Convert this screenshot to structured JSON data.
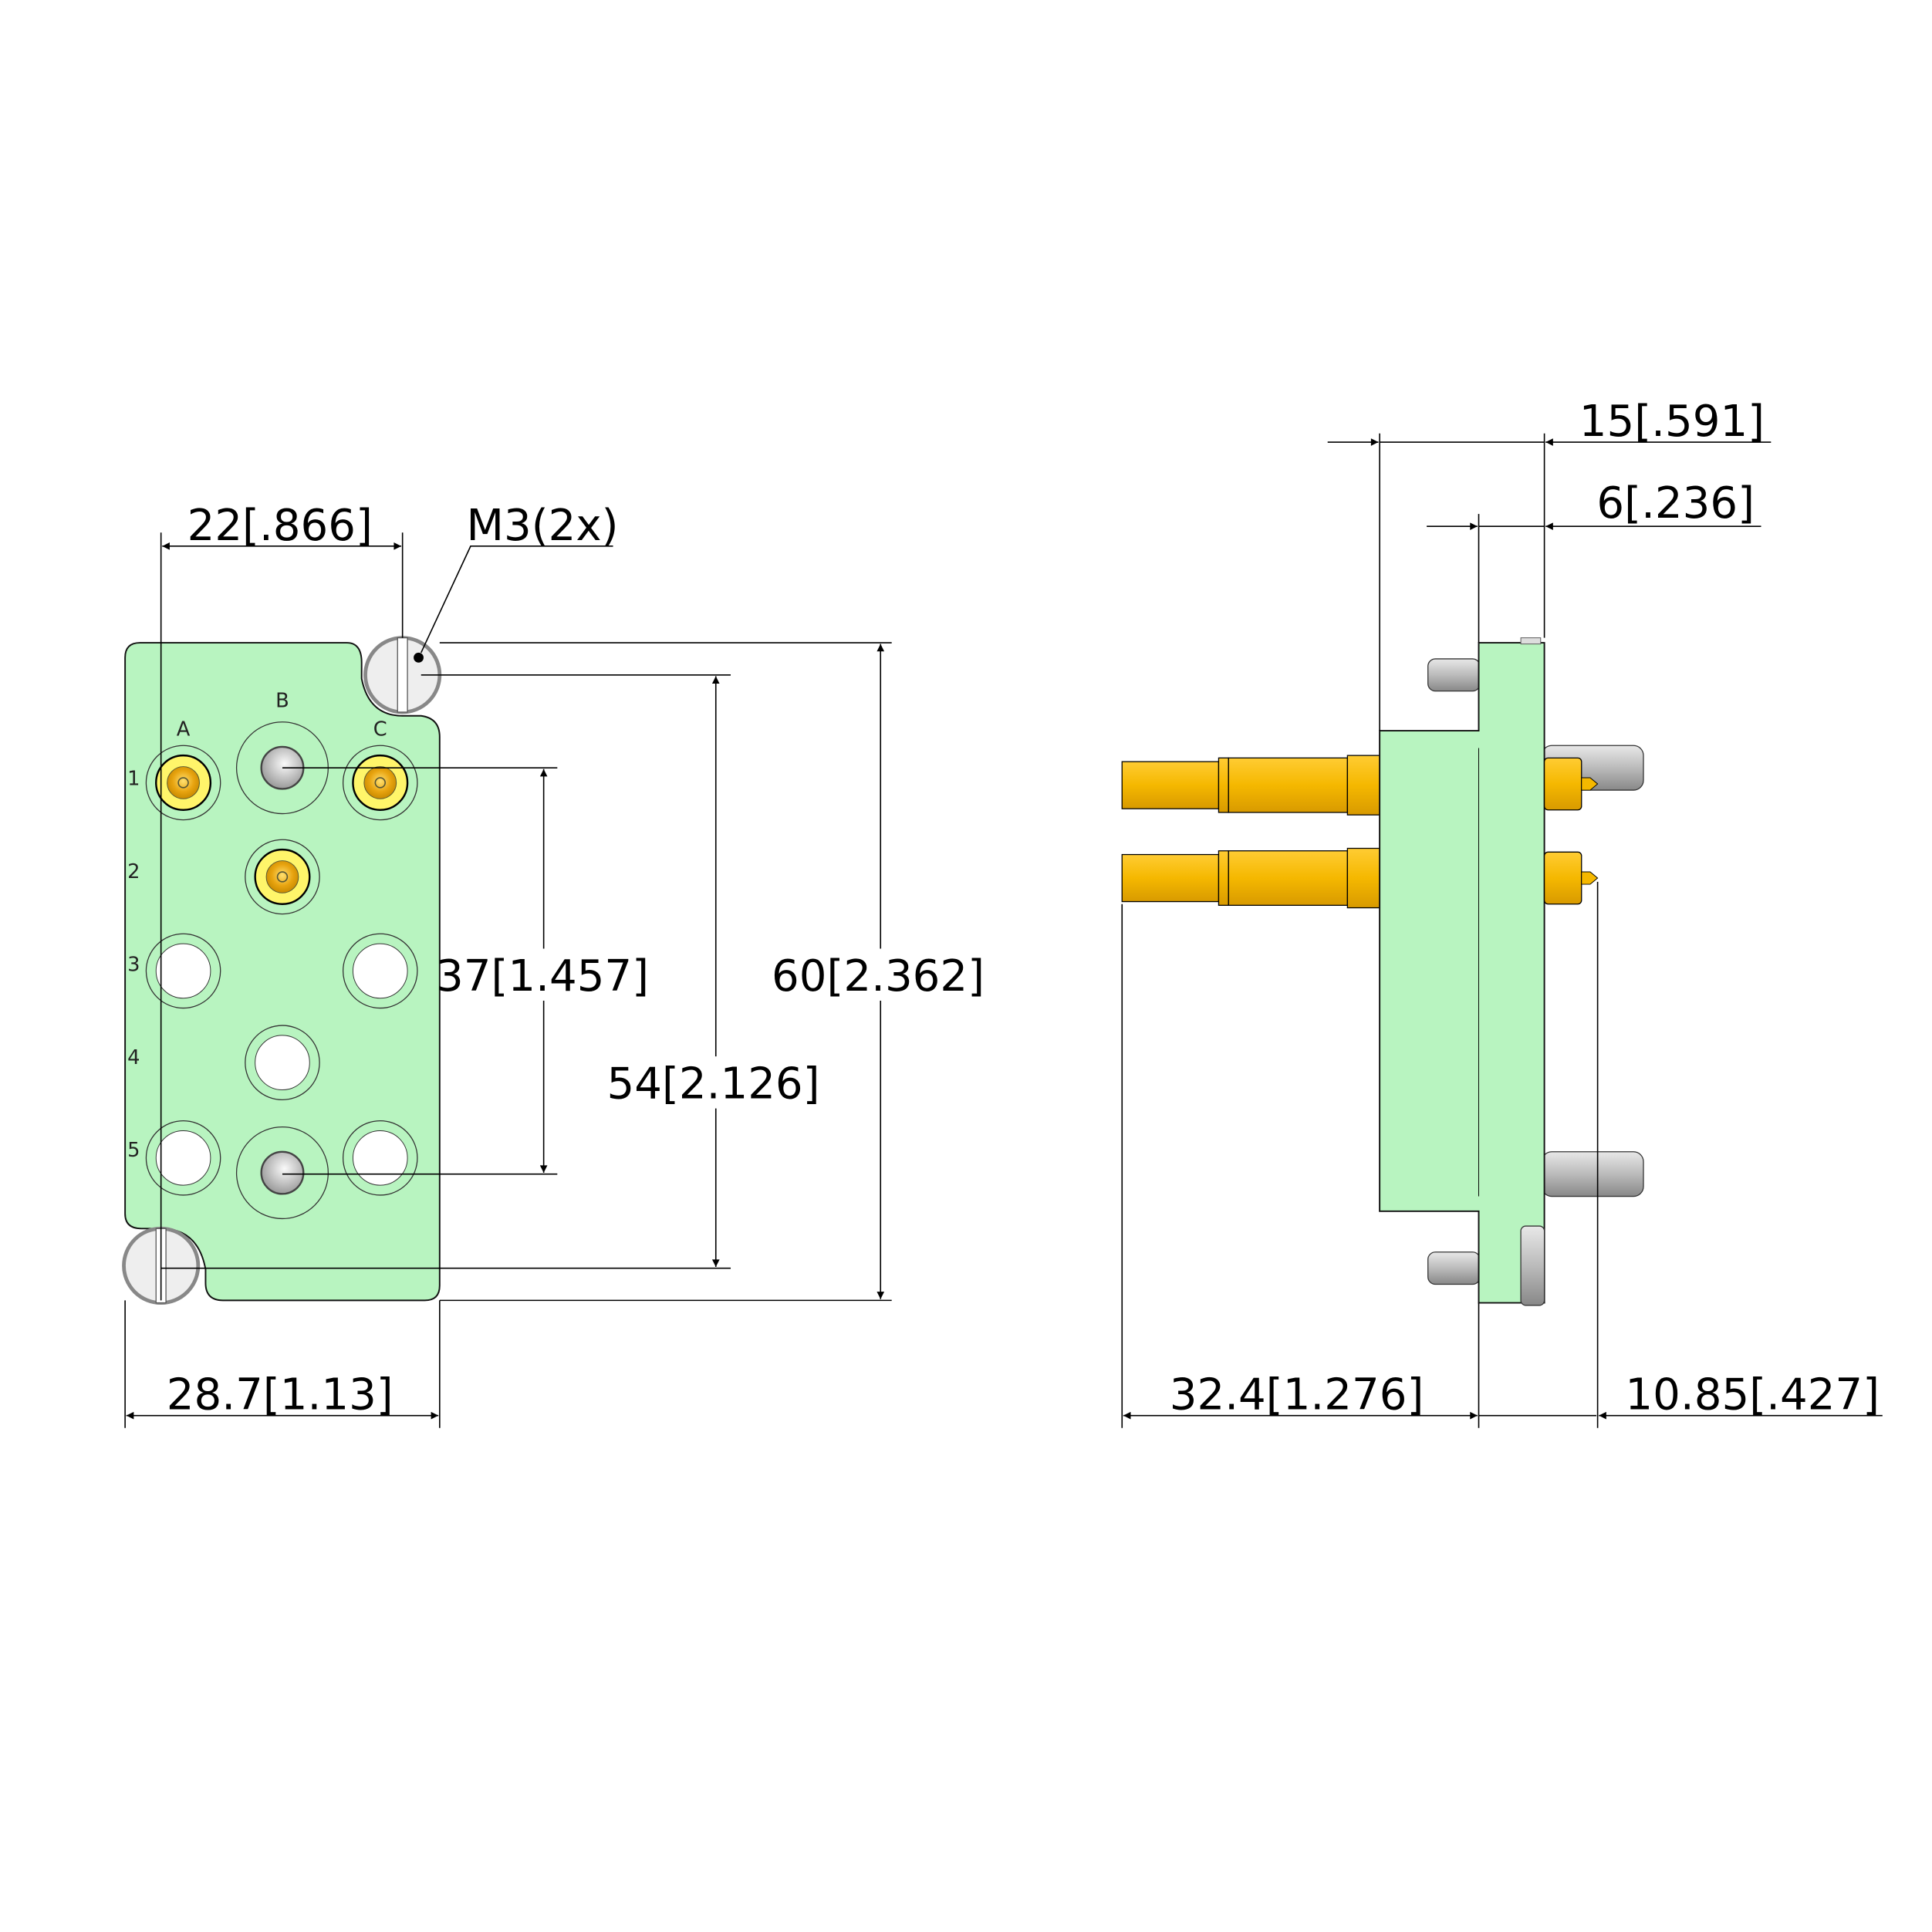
{
  "front_view": {
    "column_labels": [
      "A",
      "B",
      "C"
    ],
    "row_labels": [
      "1",
      "2",
      "3",
      "4",
      "5"
    ],
    "callout": "M3(2x)",
    "dimensions": {
      "top_width": "22[.866]",
      "bottom_width": "28.7[1.13]",
      "pin_spacing": "37[1.457]",
      "mount_spacing": "54[2.126]",
      "total_height": "60[2.362]"
    }
  },
  "side_view": {
    "dimensions": {
      "overall_depth": "15[.591]",
      "flange_depth": "6[.236]",
      "rear_length": "32.4[1.276]",
      "front_length": "10.85[.427]"
    }
  },
  "colors": {
    "body": "#b8f4c0",
    "gold": "#f5b800",
    "pin": "#c8c8c8"
  }
}
